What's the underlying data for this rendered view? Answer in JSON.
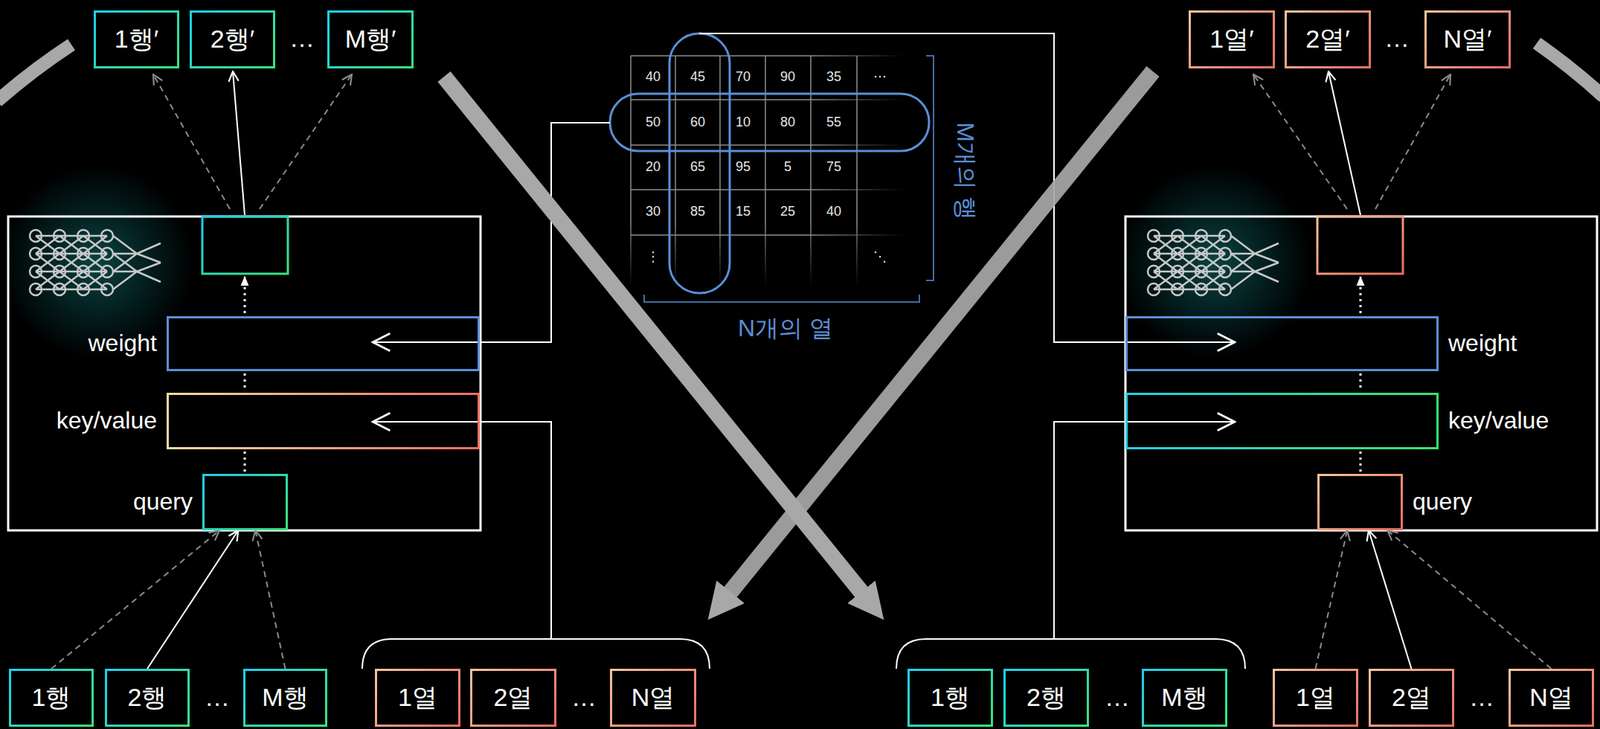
{
  "diagram": {
    "nodes": [
      {
        "text": [
          "1행′"
        ]
      },
      {
        "text": [
          "2행′"
        ]
      },
      {
        "text": [
          "M행′"
        ]
      },
      {
        "text": [
          "1열′"
        ]
      },
      {
        "text": [
          "2열′"
        ]
      },
      {
        "text": [
          "N열′"
        ]
      },
      {
        "text": [
          "weight"
        ]
      },
      {
        "text": [
          "key/value"
        ]
      },
      {
        "text": [
          "query"
        ]
      },
      {
        "text": [
          "weight"
        ]
      },
      {
        "text": [
          "key/value"
        ]
      },
      {
        "text": [
          "query"
        ]
      },
      {
        "text": [
          "1행"
        ]
      },
      {
        "text": [
          "2행"
        ]
      },
      {
        "text": [
          "M행"
        ]
      },
      {
        "text": [
          "1열"
        ]
      },
      {
        "text": [
          "2열"
        ]
      },
      {
        "text": [
          "N열"
        ]
      },
      {
        "text": [
          "1행"
        ]
      },
      {
        "text": [
          "2행"
        ]
      },
      {
        "text": [
          "M행"
        ]
      },
      {
        "text": [
          "1열"
        ]
      },
      {
        "text": [
          "2열"
        ]
      },
      {
        "text": [
          "N열"
        ]
      }
    ],
    "edges": [
      {
        "from": 12,
        "to": 8,
        "arrow": "to"
      },
      {
        "from": 13,
        "to": 8,
        "arrow": "to"
      },
      {
        "from": 14,
        "to": 8,
        "arrow": "to"
      },
      {
        "from": 21,
        "to": 11,
        "arrow": "to"
      },
      {
        "from": 22,
        "to": 11,
        "arrow": "to"
      },
      {
        "from": 23,
        "to": 11,
        "arrow": "to"
      }
    ],
    "labels": [
      "…",
      "…",
      "40",
      "45",
      "70",
      "90",
      "35",
      "⋯",
      "50",
      "60",
      "10",
      "80",
      "55",
      "20",
      "65",
      "95",
      "5",
      "75",
      "30",
      "85",
      "15",
      "25",
      "40",
      "⋮",
      "⋱",
      "M개의 행",
      "N개의 열",
      "…",
      "…",
      "…",
      "…"
    ]
  }
}
